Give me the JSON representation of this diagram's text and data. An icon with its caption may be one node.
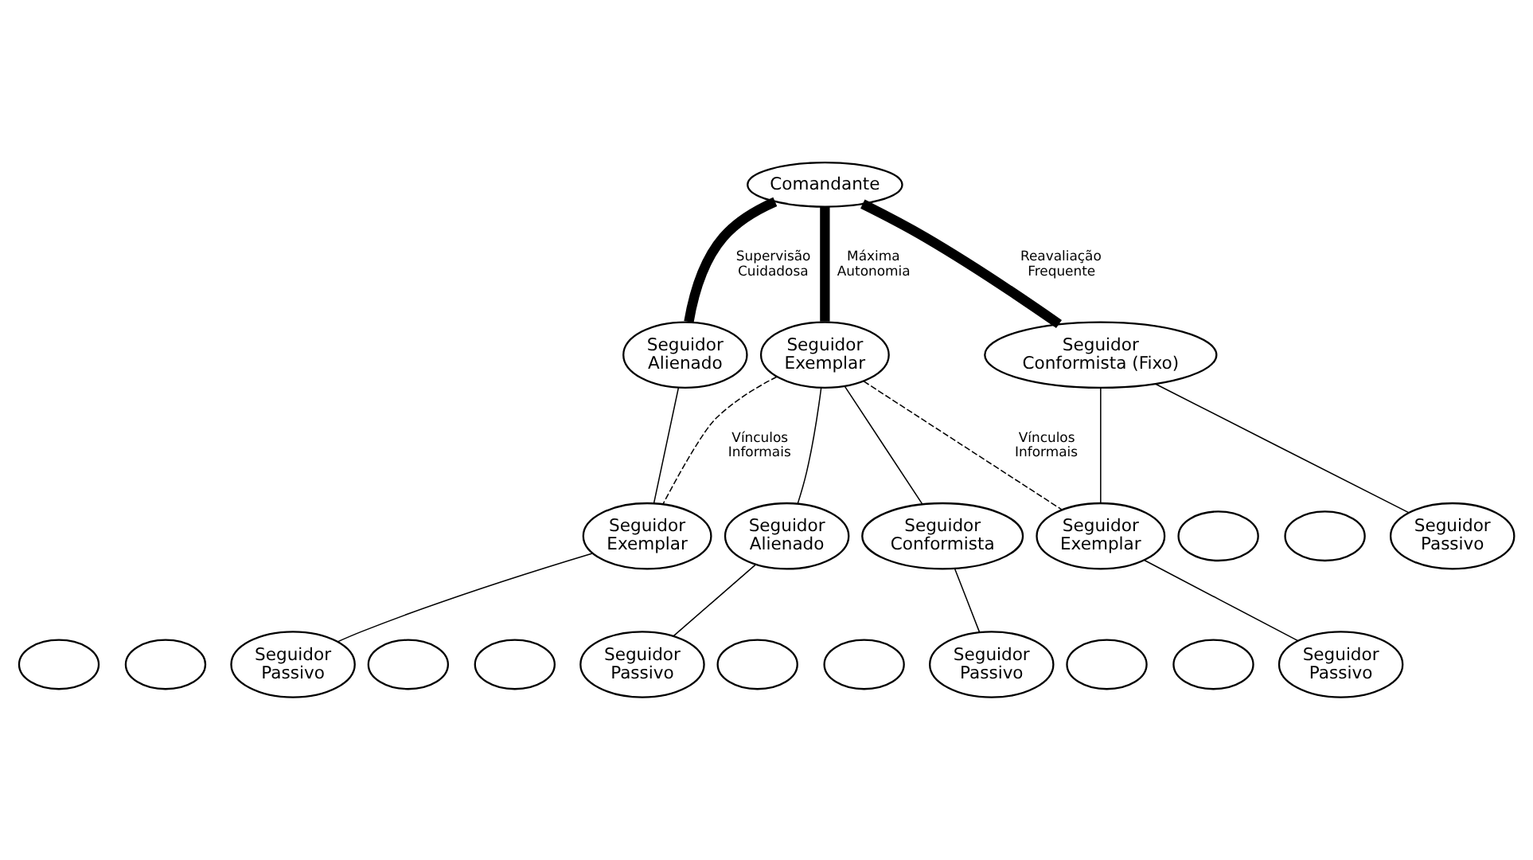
{
  "diagram": {
    "nodes": [
      {
        "text": [
          "Comandante"
        ]
      },
      {
        "text": [
          "Seguidor Alienado"
        ]
      },
      {
        "text": [
          "Seguidor Exemplar"
        ]
      },
      {
        "text": [
          "Seguidor Conformista (Fixo)"
        ]
      },
      {
        "text": [
          "Seguidor Exemplar"
        ]
      },
      {
        "text": [
          "Seguidor Alienado"
        ]
      },
      {
        "text": [
          "Seguidor Conformista"
        ]
      },
      {
        "text": [
          "Seguidor Exemplar"
        ]
      },
      {
        "text": [],
        "shape": "ellipse"
      },
      {
        "text": [],
        "shape": "ellipse"
      },
      {
        "text": [
          "Seguidor Passivo"
        ]
      },
      {
        "text": [],
        "shape": "ellipse"
      },
      {
        "text": [],
        "shape": "ellipse"
      },
      {
        "text": [
          "Seguidor Passivo"
        ]
      },
      {
        "text": [],
        "shape": "ellipse"
      },
      {
        "text": [],
        "shape": "ellipse"
      },
      {
        "text": [
          "Seguidor Passivo"
        ]
      },
      {
        "text": [],
        "shape": "ellipse"
      },
      {
        "text": [],
        "shape": "ellipse"
      },
      {
        "text": [
          "Seguidor Passivo"
        ]
      },
      {
        "text": [],
        "shape": "ellipse"
      },
      {
        "text": [],
        "shape": "ellipse"
      },
      {
        "text": [
          "Seguidor Passivo"
        ]
      }
    ],
    "edges": [
      {
        "from": 0,
        "to": 1,
        "arrow": "none",
        "label": "Supervisão Cuidadosa",
        "style": "thick"
      },
      {
        "from": 0,
        "to": 2,
        "arrow": "none",
        "label": "Máxima Autonomia",
        "style": "thick"
      },
      {
        "from": 0,
        "to": 3,
        "arrow": "none",
        "label": "Reavaliação Frequente",
        "style": "thick"
      },
      {
        "from": 1,
        "to": 4,
        "arrow": "none"
      },
      {
        "from": 2,
        "to": 4,
        "arrow": "none",
        "label": "Vínculos Informais",
        "style": "dashed"
      },
      {
        "from": 2,
        "to": 5,
        "arrow": "none"
      },
      {
        "from": 2,
        "to": 6,
        "arrow": "none"
      },
      {
        "from": 2,
        "to": 7,
        "arrow": "none",
        "label": "Vínculos Informais",
        "style": "dashed"
      },
      {
        "from": 3,
        "to": 7,
        "arrow": "none"
      },
      {
        "from": 3,
        "to": 10,
        "arrow": "none"
      },
      {
        "from": 4,
        "to": 13,
        "arrow": "none"
      },
      {
        "from": 5,
        "to": 16,
        "arrow": "none"
      },
      {
        "from": 6,
        "to": 19,
        "arrow": "none"
      },
      {
        "from": 7,
        "to": 22,
        "arrow": "none"
      }
    ]
  }
}
